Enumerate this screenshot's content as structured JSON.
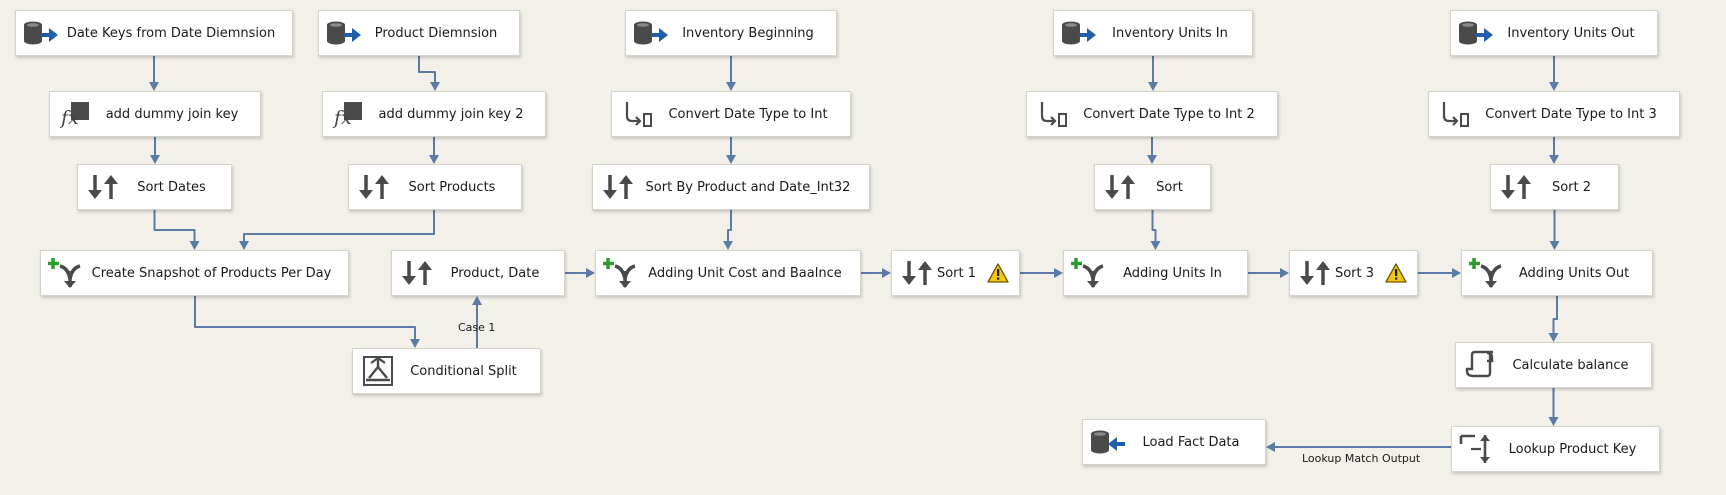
{
  "nodes": [
    {
      "id": "n1",
      "label": "Date Keys from Date Diemnsion",
      "icon": "source-icon"
    },
    {
      "id": "n2",
      "label": "Product Diemnsion",
      "icon": "source-icon"
    },
    {
      "id": "n3",
      "label": "Inventory Beginning",
      "icon": "source-icon"
    },
    {
      "id": "n4",
      "label": "Inventory Units In",
      "icon": "source-icon"
    },
    {
      "id": "n5",
      "label": "Inventory Units Out",
      "icon": "source-icon"
    },
    {
      "id": "n6",
      "label": "add dummy join key",
      "icon": "derived-column-icon"
    },
    {
      "id": "n7",
      "label": "add dummy join key 2",
      "icon": "derived-column-icon"
    },
    {
      "id": "n8",
      "label": "Convert Date Type to Int",
      "icon": "data-conversion-icon"
    },
    {
      "id": "n9",
      "label": "Convert Date Type to Int 2",
      "icon": "data-conversion-icon"
    },
    {
      "id": "n10",
      "label": "Convert Date Type to Int 3",
      "icon": "data-conversion-icon"
    },
    {
      "id": "n11",
      "label": "Sort Dates",
      "icon": "sort-icon"
    },
    {
      "id": "n12",
      "label": "Sort Products",
      "icon": "sort-icon"
    },
    {
      "id": "n13",
      "label": "Sort By Product and Date_Int32",
      "icon": "sort-icon"
    },
    {
      "id": "n14",
      "label": "Sort",
      "icon": "sort-icon"
    },
    {
      "id": "n15",
      "label": "Sort 2",
      "icon": "sort-icon"
    },
    {
      "id": "n16",
      "label": "Create Snapshot of Products Per Day",
      "icon": "merge-join-icon"
    },
    {
      "id": "n17",
      "label": "Product, Date",
      "icon": "sort-icon"
    },
    {
      "id": "n18",
      "label": "Adding Unit Cost and Baalnce",
      "icon": "merge-join-icon"
    },
    {
      "id": "n19",
      "label": "Sort 1",
      "icon": "sort-icon",
      "warning": true
    },
    {
      "id": "n20",
      "label": "Adding Units In",
      "icon": "merge-join-icon"
    },
    {
      "id": "n21",
      "label": "Sort 3",
      "icon": "sort-icon",
      "warning": true
    },
    {
      "id": "n22",
      "label": "Adding Units Out",
      "icon": "merge-join-icon"
    },
    {
      "id": "n23",
      "label": "Conditional Split",
      "icon": "conditional-split-icon"
    },
    {
      "id": "n24",
      "label": "Calculate balance",
      "icon": "script-component-icon"
    },
    {
      "id": "n25",
      "label": "Lookup Product Key",
      "icon": "lookup-icon"
    },
    {
      "id": "n26",
      "label": "Load Fact Data",
      "icon": "destination-icon"
    }
  ],
  "edges": [
    {
      "from": "n1",
      "to": "n6"
    },
    {
      "from": "n6",
      "to": "n11"
    },
    {
      "from": "n11",
      "to": "n16"
    },
    {
      "from": "n2",
      "to": "n7"
    },
    {
      "from": "n7",
      "to": "n12"
    },
    {
      "from": "n12",
      "to": "n16"
    },
    {
      "from": "n16",
      "to": "n23"
    },
    {
      "from": "n23",
      "to": "n17",
      "label": "Case 1"
    },
    {
      "from": "n17",
      "to": "n18"
    },
    {
      "from": "n3",
      "to": "n8"
    },
    {
      "from": "n8",
      "to": "n13"
    },
    {
      "from": "n13",
      "to": "n18"
    },
    {
      "from": "n18",
      "to": "n19"
    },
    {
      "from": "n19",
      "to": "n20"
    },
    {
      "from": "n4",
      "to": "n9"
    },
    {
      "from": "n9",
      "to": "n14"
    },
    {
      "from": "n14",
      "to": "n20"
    },
    {
      "from": "n20",
      "to": "n21"
    },
    {
      "from": "n21",
      "to": "n22"
    },
    {
      "from": "n5",
      "to": "n10"
    },
    {
      "from": "n10",
      "to": "n15"
    },
    {
      "from": "n15",
      "to": "n22"
    },
    {
      "from": "n22",
      "to": "n24"
    },
    {
      "from": "n24",
      "to": "n25"
    },
    {
      "from": "n25",
      "to": "n26",
      "label": "Lookup Match Output"
    }
  ],
  "colors": {
    "background": "#f3f0e9",
    "connector": "#5b7aa6",
    "icon_dark": "#4a4a4a",
    "icon_blue": "#1f5fa8",
    "icon_green": "#2e9b2e",
    "warning": "#f2c811"
  }
}
